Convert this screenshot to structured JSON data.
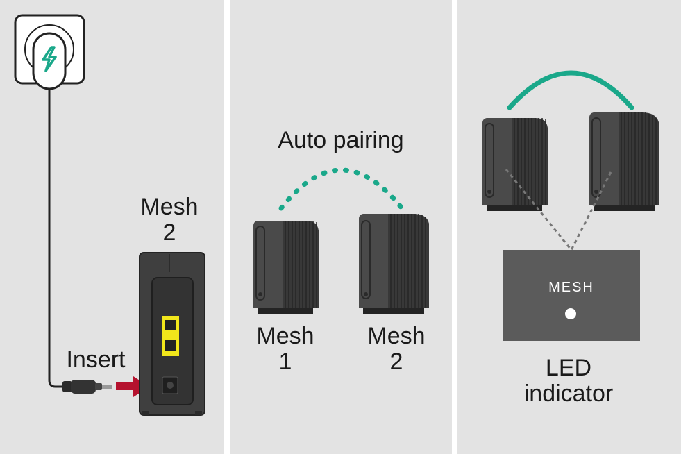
{
  "colors": {
    "panel_bg": "#e3e3e3",
    "teal": "#1aa88a",
    "device": "#3d3d3d",
    "port_yellow": "#f1e61b",
    "arrow_red": "#b5122e"
  },
  "icons": [
    "wall-outlet-icon",
    "lightning-icon",
    "router-device-icon",
    "ethernet-port-icon",
    "power-arrow-icon",
    "led-dot-icon"
  ],
  "panel1": {
    "device_label_line1": "Mesh",
    "device_label_line2": "2",
    "insert_label": "Insert"
  },
  "panel2": {
    "title": "Auto pairing",
    "mesh1_line1": "Mesh",
    "mesh1_line2": "1",
    "mesh2_line1": "Mesh",
    "mesh2_line2": "2"
  },
  "panel3": {
    "led_panel_text": "MESH",
    "led_label_line1": "LED",
    "led_label_line2": "indicator"
  }
}
